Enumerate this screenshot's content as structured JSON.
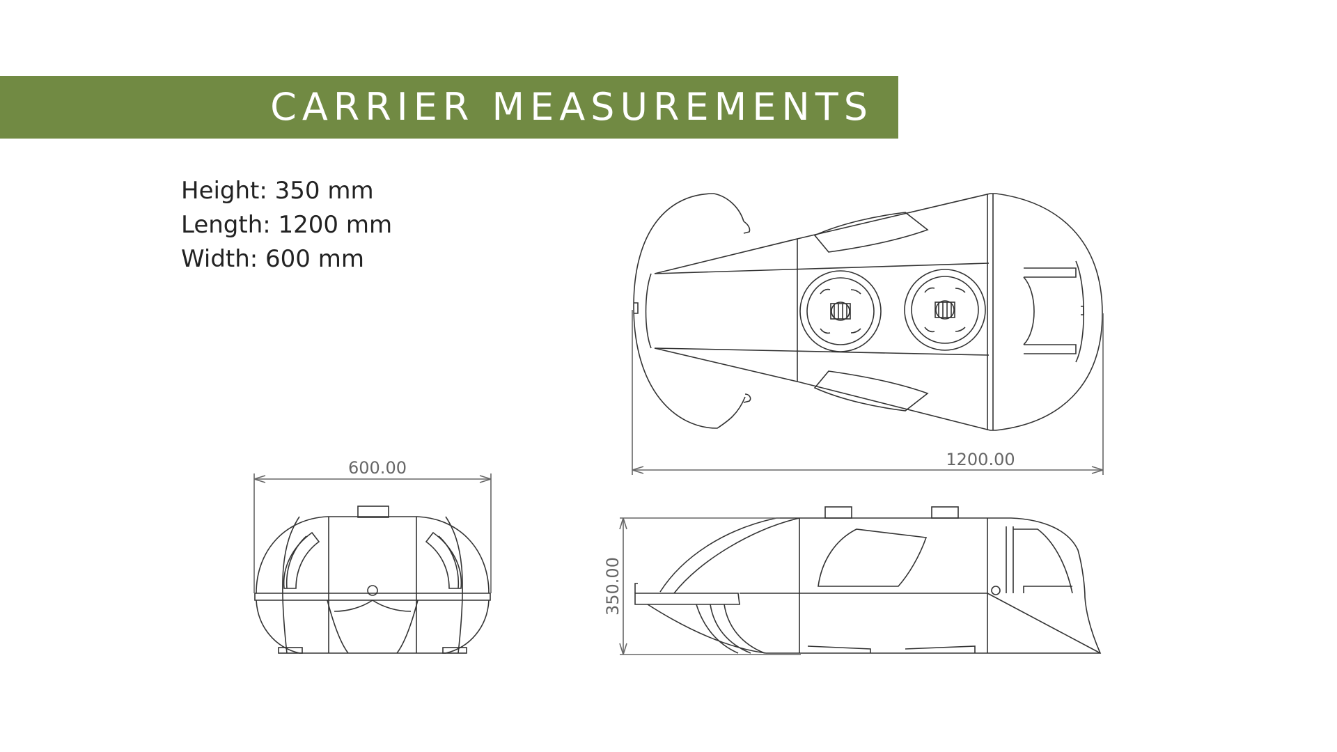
{
  "title": "CARRIER MEASUREMENTS",
  "specs": [
    "Height: 350 mm",
    "Length: 1200 mm",
    "Width: 600 mm"
  ],
  "dimensions": {
    "width_label": "600.00",
    "length_label": "1200.00",
    "height_label": "350.00"
  },
  "colors": {
    "banner": "#718a43",
    "line": "#333333",
    "dimension": "#666666"
  }
}
